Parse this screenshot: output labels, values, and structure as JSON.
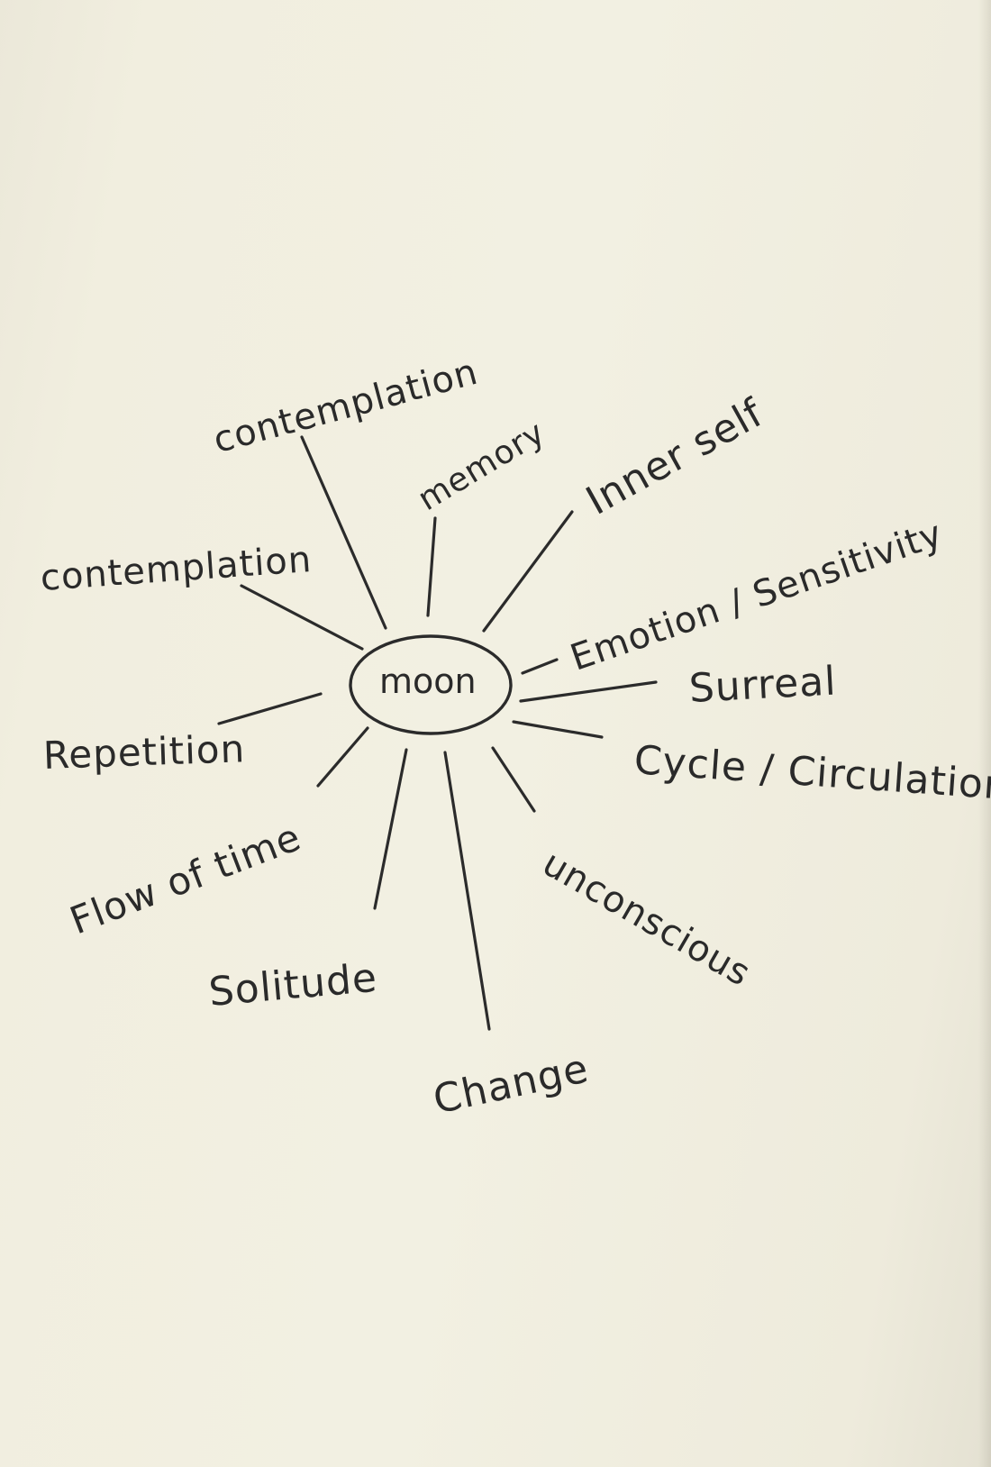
{
  "center": {
    "label": "moon"
  },
  "nodes": [
    {
      "id": "contemplation-top",
      "label": "contemplation"
    },
    {
      "id": "memory",
      "label": "memory"
    },
    {
      "id": "inner-self",
      "label": "Inner self"
    },
    {
      "id": "emotion-sensitivity",
      "label": "Emotion / Sensitivity"
    },
    {
      "id": "surreal",
      "label": "Surreal"
    },
    {
      "id": "cycle-circulation",
      "label": "Cycle / Circulation"
    },
    {
      "id": "unconscious",
      "label": "unconscious"
    },
    {
      "id": "change",
      "label": "Change"
    },
    {
      "id": "solitude",
      "label": "Solitude"
    },
    {
      "id": "flow-of-time",
      "label": "Flow of time"
    },
    {
      "id": "repetition",
      "label": "Repetition"
    },
    {
      "id": "contemplation-left",
      "label": "contemplation"
    }
  ],
  "colors": {
    "ink": "#2b2b2b",
    "paper": "#f1eedf"
  }
}
